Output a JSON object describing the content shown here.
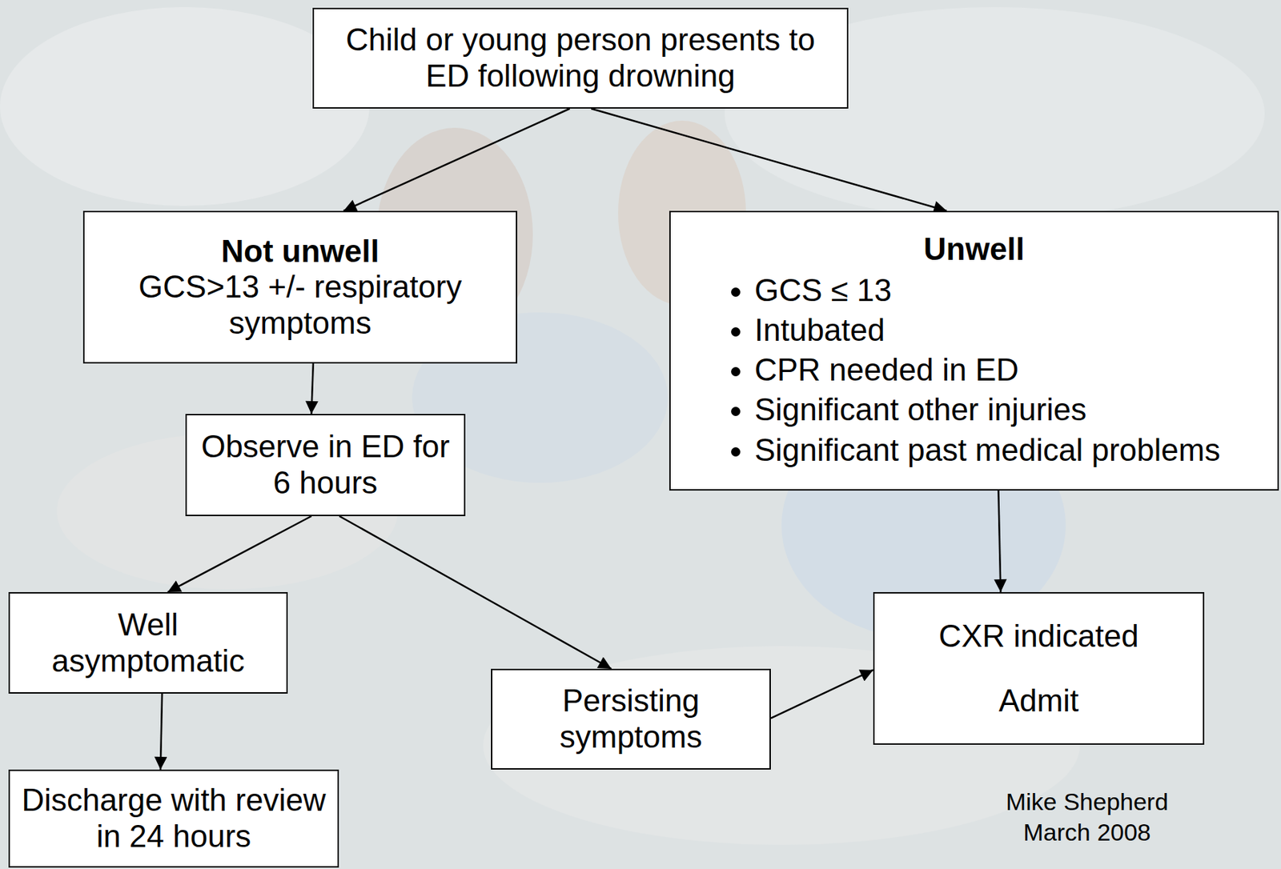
{
  "diagram": {
    "nodes": [
      {
        "text": [
          "Child or young person presents to ED following drowning"
        ]
      },
      {
        "text": [
          "Not unwell",
          "GCS>13 +/- respiratory symptoms"
        ]
      },
      {
        "text": [
          "Unwell",
          "GCS ≤ 13",
          "Intubated",
          "CPR needed in ED",
          "Significant other injuries",
          "Significant past medical problems"
        ]
      },
      {
        "text": [
          "Observe in ED for 6 hours"
        ]
      },
      {
        "text": [
          "Well asymptomatic"
        ]
      },
      {
        "text": [
          "Persisting symptoms"
        ]
      },
      {
        "text": [
          "CXR indicated",
          "Admit"
        ]
      },
      {
        "text": [
          "Discharge with review in 24 hours"
        ]
      }
    ],
    "edges": [
      {
        "from": 0,
        "to": 1,
        "arrow": "to"
      },
      {
        "from": 0,
        "to": 2,
        "arrow": "to"
      },
      {
        "from": 1,
        "to": 3,
        "arrow": "to"
      },
      {
        "from": 2,
        "to": 6,
        "arrow": "to"
      },
      {
        "from": 3,
        "to": 4,
        "arrow": "to"
      },
      {
        "from": 3,
        "to": 5,
        "arrow": "to"
      },
      {
        "from": 4,
        "to": 7,
        "arrow": "to"
      },
      {
        "from": 5,
        "to": 6,
        "arrow": "to"
      }
    ],
    "labels": [
      "Mike Shepherd",
      "March 2008"
    ]
  }
}
